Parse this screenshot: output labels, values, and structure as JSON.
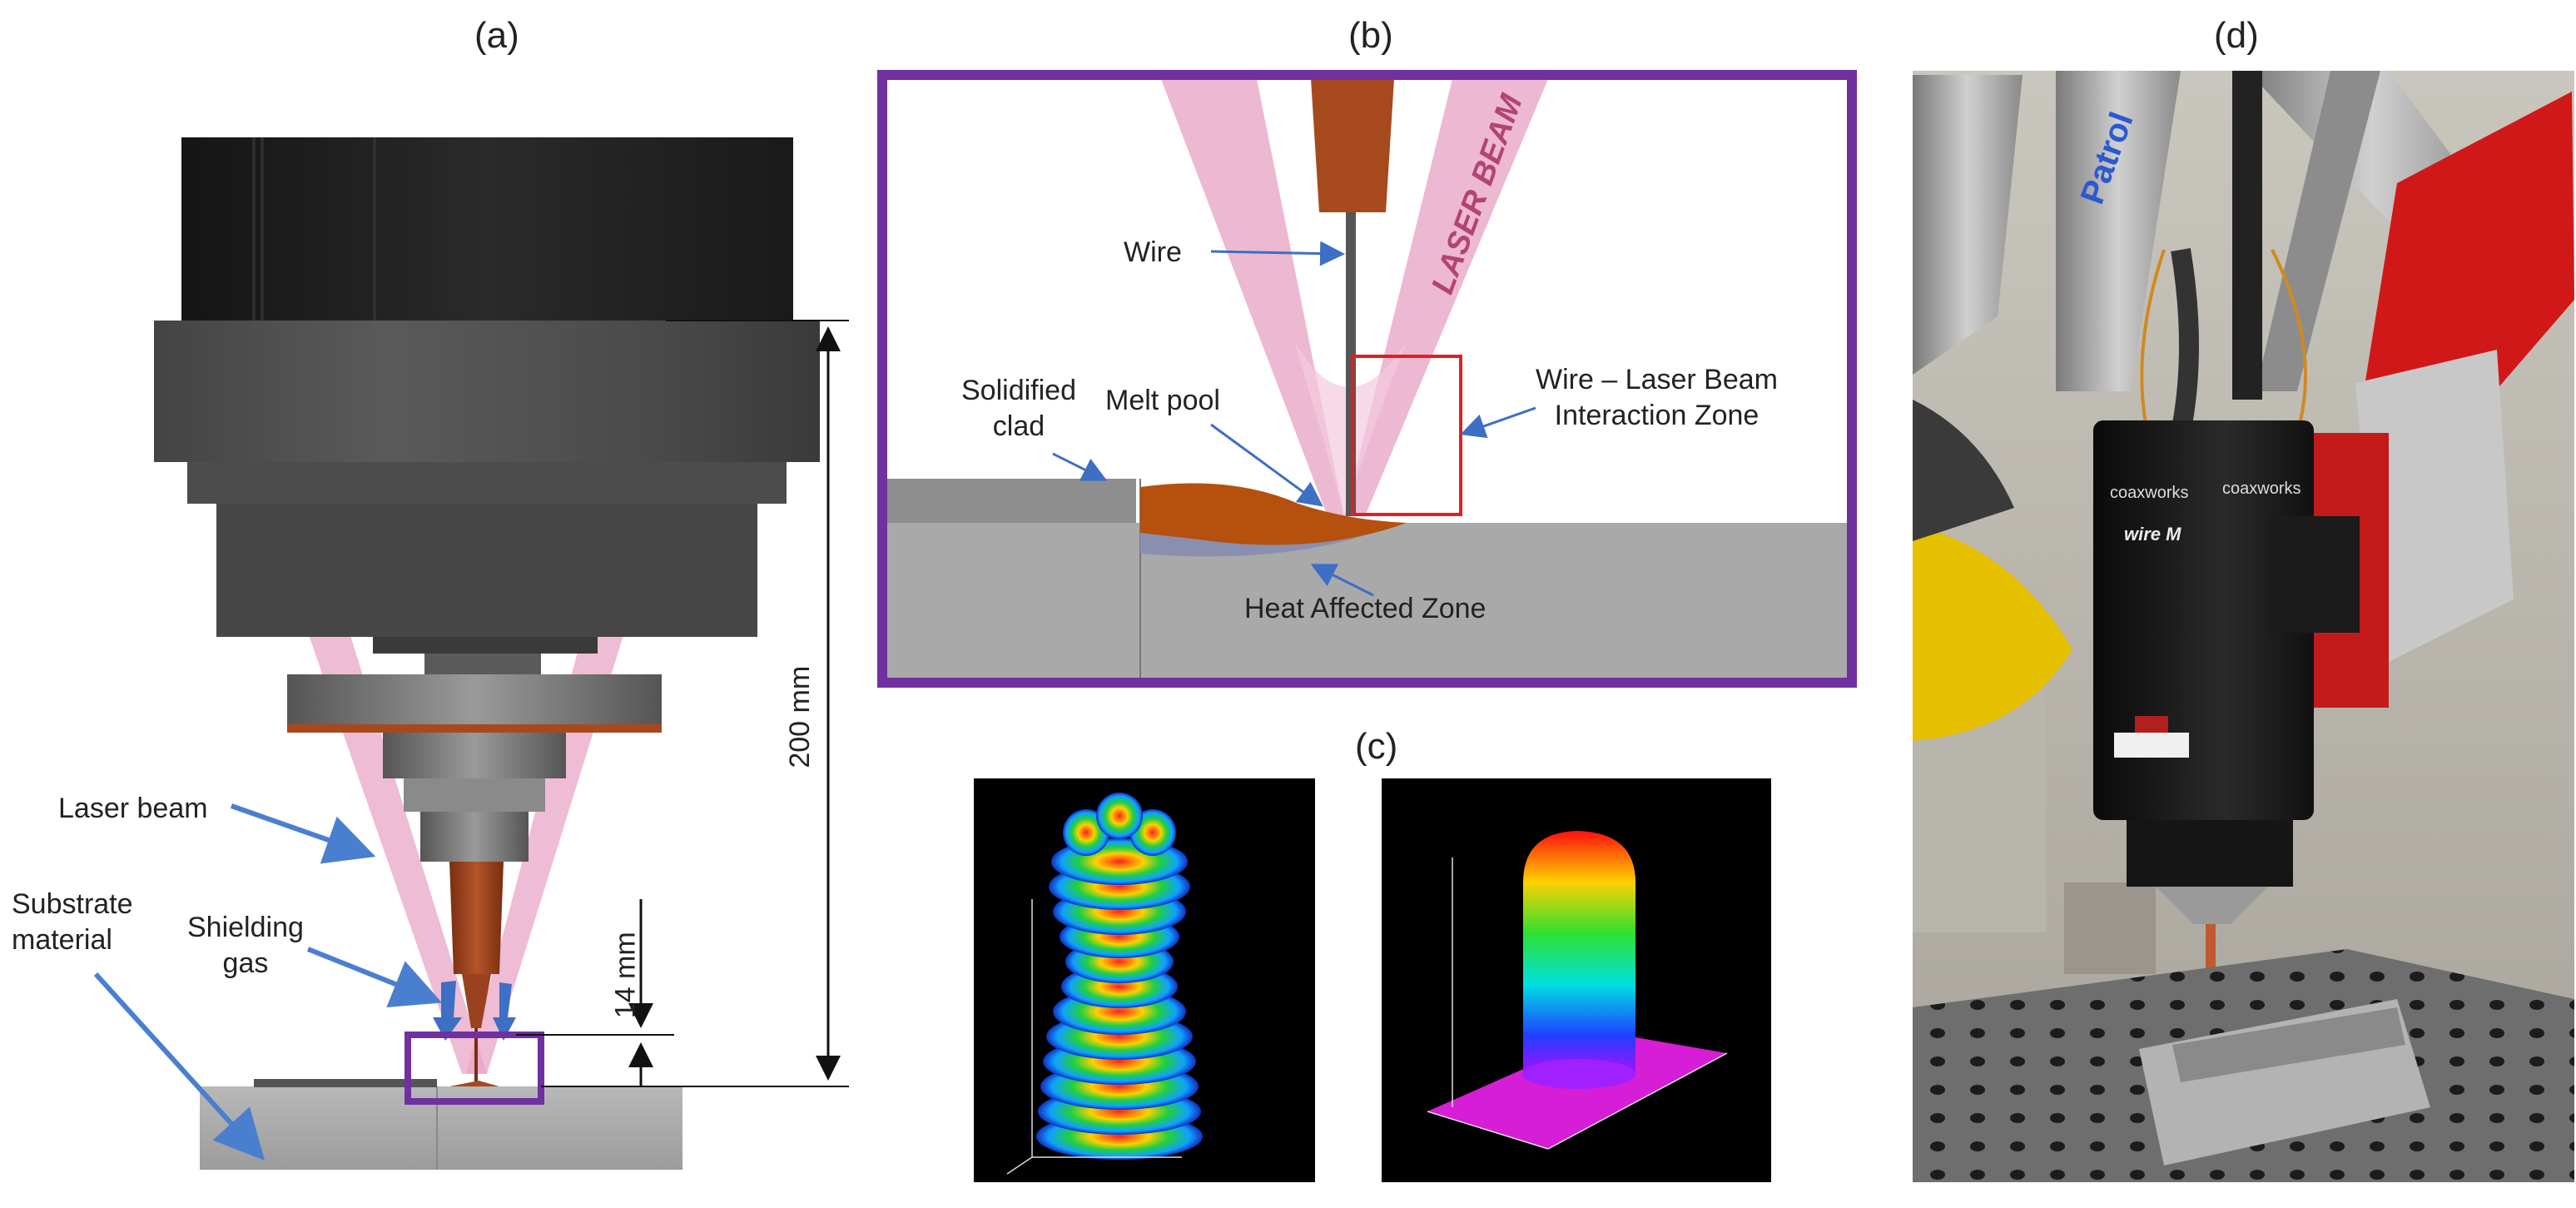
{
  "panels": {
    "a": {
      "label": "(a)",
      "annotations": {
        "laser_beam": "Laser beam",
        "substrate_material": "Substrate\nmaterial",
        "shielding_gas": "Shielding\ngas",
        "dim_200": "200 mm",
        "dim_14": "14 mm"
      }
    },
    "b": {
      "label": "(b)",
      "annotations": {
        "laser_beam": "LASER BEAM",
        "wire": "Wire",
        "solidified_clad": "Solidified\nclad",
        "melt_pool": "Melt pool",
        "interaction_zone": "Wire – Laser Beam\nInteraction Zone",
        "heat_affected_zone": "Heat Affected Zone"
      }
    },
    "c": {
      "label": "(c)"
    },
    "d": {
      "label": "(d)",
      "photo_texts": {
        "brand_1": "coaxworks",
        "brand_2": "coaxworks",
        "model": "wire M",
        "arm": "Patrol"
      }
    }
  },
  "colors": {
    "frame_purple": "#7030a0",
    "laser_pink": "#e9a6c7",
    "copper": "#a64a1e",
    "interaction_red": "#e02020",
    "arrow_blue": "#4a7fd0"
  }
}
